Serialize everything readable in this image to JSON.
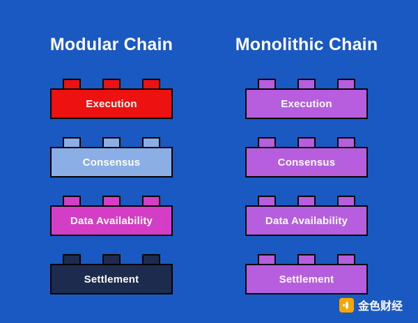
{
  "page": {
    "background": "#1A58C2"
  },
  "columns": [
    {
      "title": "Modular Chain",
      "bricks": [
        {
          "label": "Execution",
          "color": "#EE1111"
        },
        {
          "label": "Consensus",
          "color": "#8CAEE6"
        },
        {
          "label": "Data Availability",
          "color": "#D43EC6"
        },
        {
          "label": "Settlement",
          "color": "#1C2B4E"
        }
      ]
    },
    {
      "title": "Monolithic Chain",
      "bricks": [
        {
          "label": "Execution",
          "color": "#B75EDF"
        },
        {
          "label": "Consensus",
          "color": "#B75EDF"
        },
        {
          "label": "Data Availability",
          "color": "#B75EDF"
        },
        {
          "label": "Settlement",
          "color": "#B75EDF"
        }
      ]
    }
  ],
  "footer": {
    "brand": "金色财经",
    "logo_color": "#F7A600",
    "text_color": "#FFFFFF"
  }
}
